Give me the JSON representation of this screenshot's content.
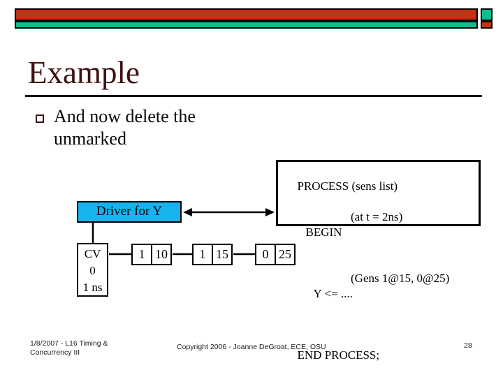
{
  "slide": {
    "title": "Example",
    "bullet": {
      "line1": "And now delete the",
      "line2": "unmarked"
    },
    "diagram": {
      "driver_label": "Driver for Y",
      "process": {
        "line1_left": "PROCESS (sens list)",
        "line2_left": "BEGIN",
        "line2_right": "(at t = 2ns)",
        "line3_left": "Y <= ....",
        "line3_right": "(Gens 1@15, 0@25)",
        "line4_left": "END PROCESS;"
      },
      "cv_box": {
        "line1": "CV",
        "line2": "0",
        "line3": "1 ns"
      },
      "cells": [
        {
          "value": "1",
          "time": "10"
        },
        {
          "value": "1",
          "time": "15"
        },
        {
          "value": "0",
          "time": "25"
        }
      ]
    },
    "footer": {
      "left_line1": "1/8/2007 - L16 Timing &",
      "left_line2": "Concurrency III",
      "center": "Copyright 2006 - Joanne DeGroat, ECE, OSU",
      "page": "28"
    },
    "colors": {
      "bar_red": "#c43214",
      "bar_teal": "#0cc08d",
      "driver_cyan": "#18b2ee",
      "title_maroon": "#3d1212"
    }
  }
}
